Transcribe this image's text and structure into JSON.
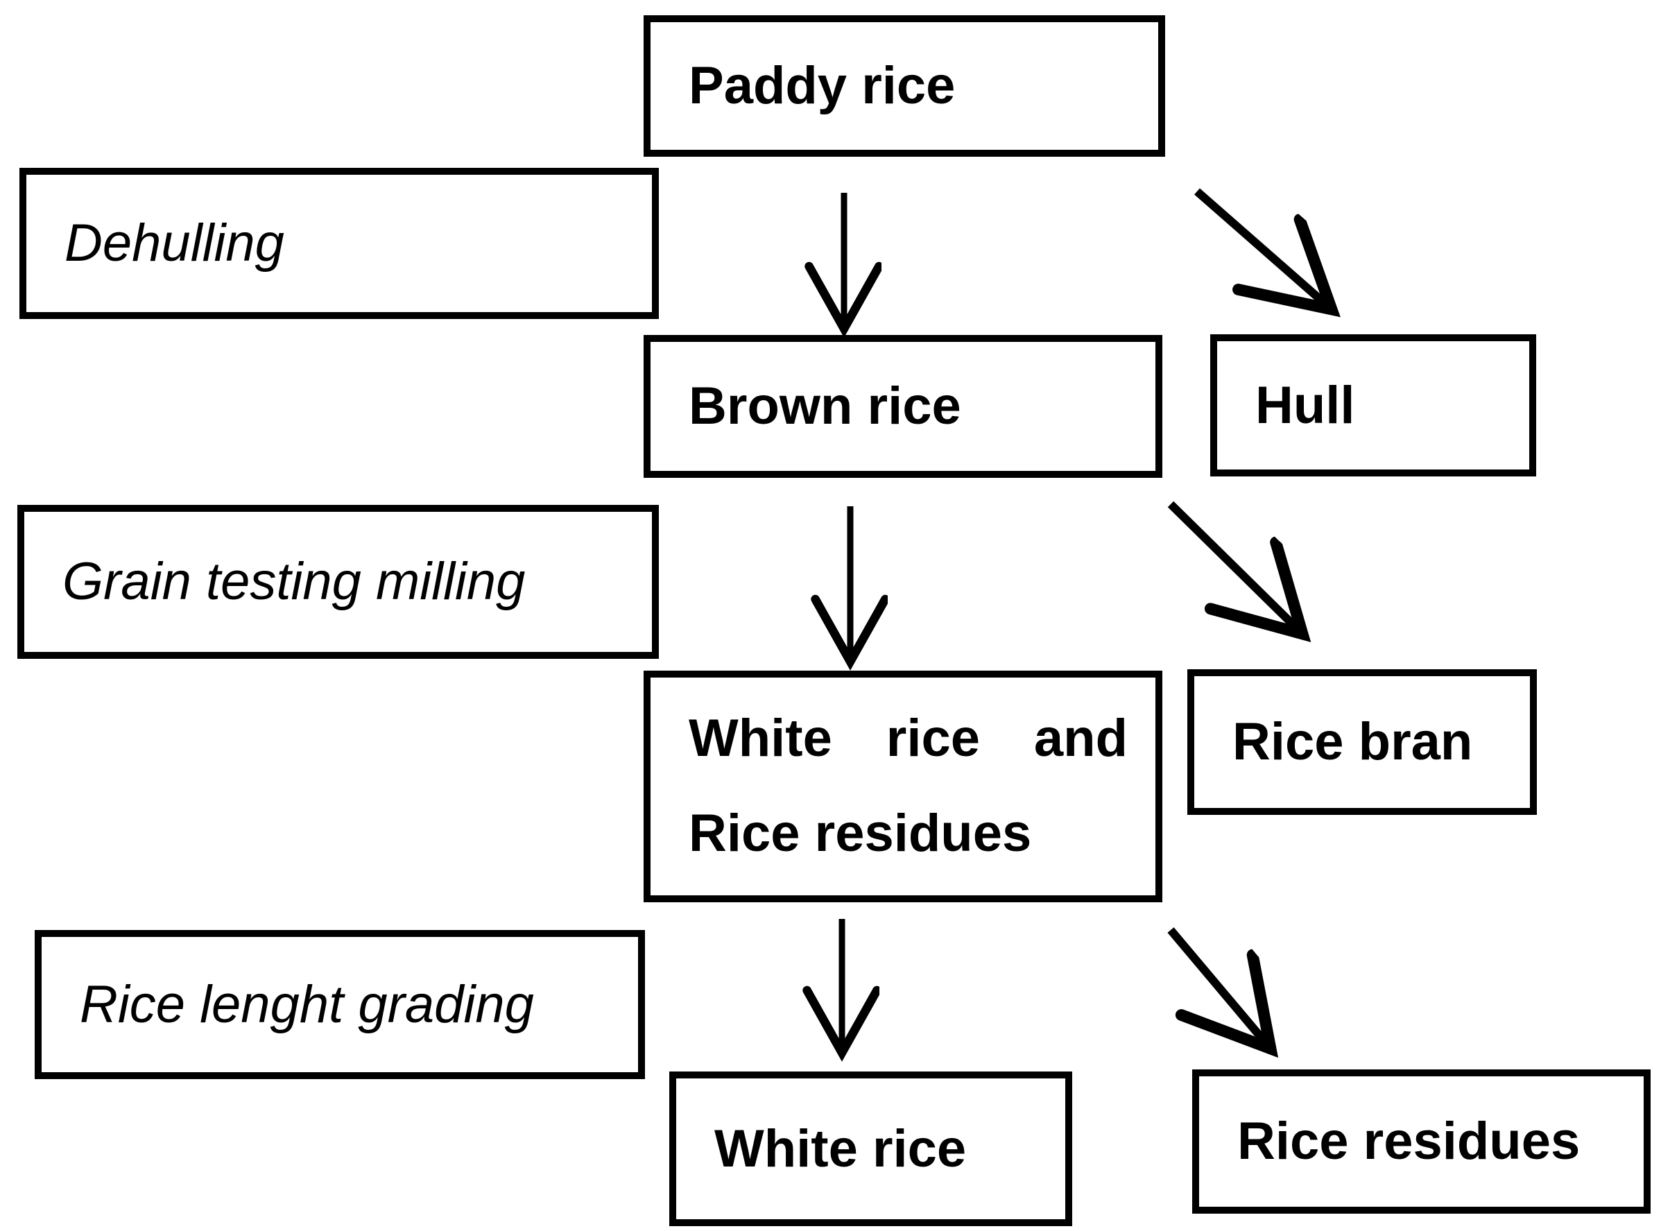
{
  "diagram": {
    "background_color": "#ffffff",
    "line_color": "#000000",
    "boxes": {
      "paddy_rice": {
        "label": "Paddy rice",
        "style": "product"
      },
      "dehulling": {
        "label": "Dehulling",
        "style": "process"
      },
      "brown_rice": {
        "label": "Brown rice",
        "style": "product"
      },
      "hull": {
        "label": "Hull",
        "style": "product"
      },
      "grain_testing_milling": {
        "label": "Grain testing milling",
        "style": "process"
      },
      "white_rice_and_rice_residues": {
        "label": "White rice and Rice residues",
        "style": "product"
      },
      "rice_bran": {
        "label": "Rice bran",
        "style": "product"
      },
      "rice_lenght_grading": {
        "label": "Rice lenght grading",
        "style": "process"
      },
      "white_rice": {
        "label": "White rice",
        "style": "product"
      },
      "rice_residues": {
        "label": "Rice residues",
        "style": "product"
      }
    },
    "edges": [
      {
        "from": "Paddy rice",
        "to": "Brown rice",
        "process": "Dehulling"
      },
      {
        "from": "Paddy rice",
        "to": "Hull",
        "process": "Dehulling"
      },
      {
        "from": "Brown rice",
        "to": "White rice and Rice residues",
        "process": "Grain testing milling"
      },
      {
        "from": "Brown rice",
        "to": "Rice bran",
        "process": "Grain testing milling"
      },
      {
        "from": "White rice and Rice residues",
        "to": "White rice",
        "process": "Rice lenght grading"
      },
      {
        "from": "White rice and Rice residues",
        "to": "Rice residues",
        "process": "Rice lenght grading"
      }
    ]
  }
}
